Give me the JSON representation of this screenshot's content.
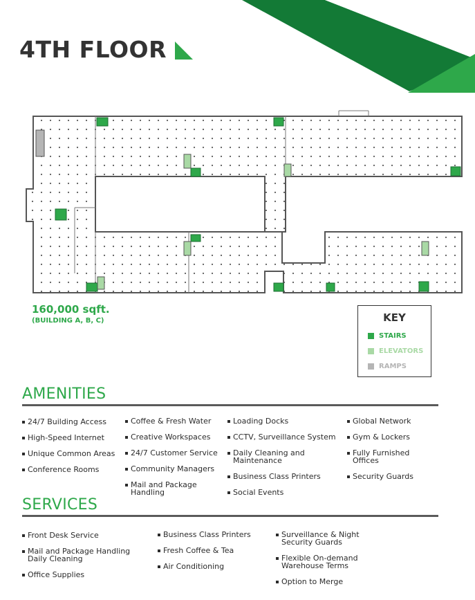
{
  "header": {
    "title": "4TH FLOOR"
  },
  "brand_colors": {
    "accent": "#2ea84a",
    "dark_green": "#137a36",
    "elevator": "#a9d9a5",
    "ramp": "#b5b5b5",
    "text": "#2b2b2b"
  },
  "floor": {
    "area": "160,000 sqft.",
    "buildings": "(BUILDING A, B, C)"
  },
  "key": {
    "title": "KEY",
    "items": [
      {
        "label": "STAIRS",
        "color": "#2ea84a"
      },
      {
        "label": "ELEVATORS",
        "color": "#a9d9a5"
      },
      {
        "label": "RAMPS",
        "color": "#b5b5b5"
      }
    ]
  },
  "amenities": {
    "title": "AMENITIES",
    "columns": [
      [
        "24/7 Building Access",
        "High-Speed Internet",
        "Unique Common Areas",
        "Conference Rooms"
      ],
      [
        "Coffee & Fresh Water",
        "Creative Workspaces",
        "24/7 Customer Service",
        "Community Managers",
        "Mail and Package\nHandling"
      ],
      [
        "Loading Docks",
        "CCTV, Surveillance System",
        "Daily Cleaning and\nMaintenance",
        "Business Class Printers",
        "Social Events"
      ],
      [
        "Global Network",
        "Gym & Lockers",
        "Fully Furnished\nOffices",
        "Security Guards"
      ]
    ]
  },
  "services": {
    "title": "SERVICES",
    "columns": [
      [
        "Front Desk Service",
        "Mail and Package Handling\nDaily Cleaning",
        "Office Supplies"
      ],
      [
        "Business Class Printers",
        "Fresh Coffee & Tea",
        "Air Conditioning"
      ],
      [
        "Surveillance & Night\nSecurity Guards",
        "Flexible On-demand\nWarehouse Terms",
        "Option to Merge"
      ]
    ]
  }
}
